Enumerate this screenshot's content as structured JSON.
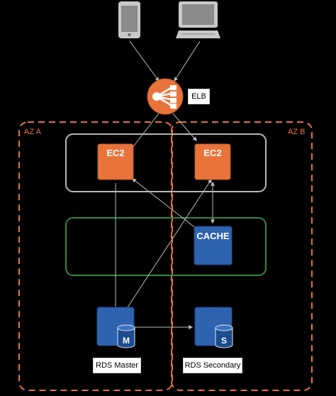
{
  "labels": {
    "elb": "ELB",
    "az_a": "AZ A",
    "az_b": "AZ B",
    "ec2_a": "EC2",
    "ec2_b": "EC2",
    "cache": "CACHE",
    "rds_master_badge": "M",
    "rds_secondary_badge": "S",
    "rds_master": "RDS Master",
    "rds_secondary": "RDS Secondary"
  },
  "icons": {
    "mobile": "mobile-phone-icon",
    "desktop": "desktop-computer-icon",
    "elb": "load-balancer-icon",
    "database": "database-cylinder-icon"
  },
  "colors": {
    "background": "#000000",
    "az_border": "#e8743b",
    "ec2_group_border": "#b8b8b8",
    "cache_group_border": "#2d8a3e",
    "ec2_fill": "#e8743b",
    "cache_fill": "#2e63b0",
    "rds_fill": "#2e63b0",
    "device_fill": "#c8c8c8",
    "connector": "#bdbdbd"
  }
}
